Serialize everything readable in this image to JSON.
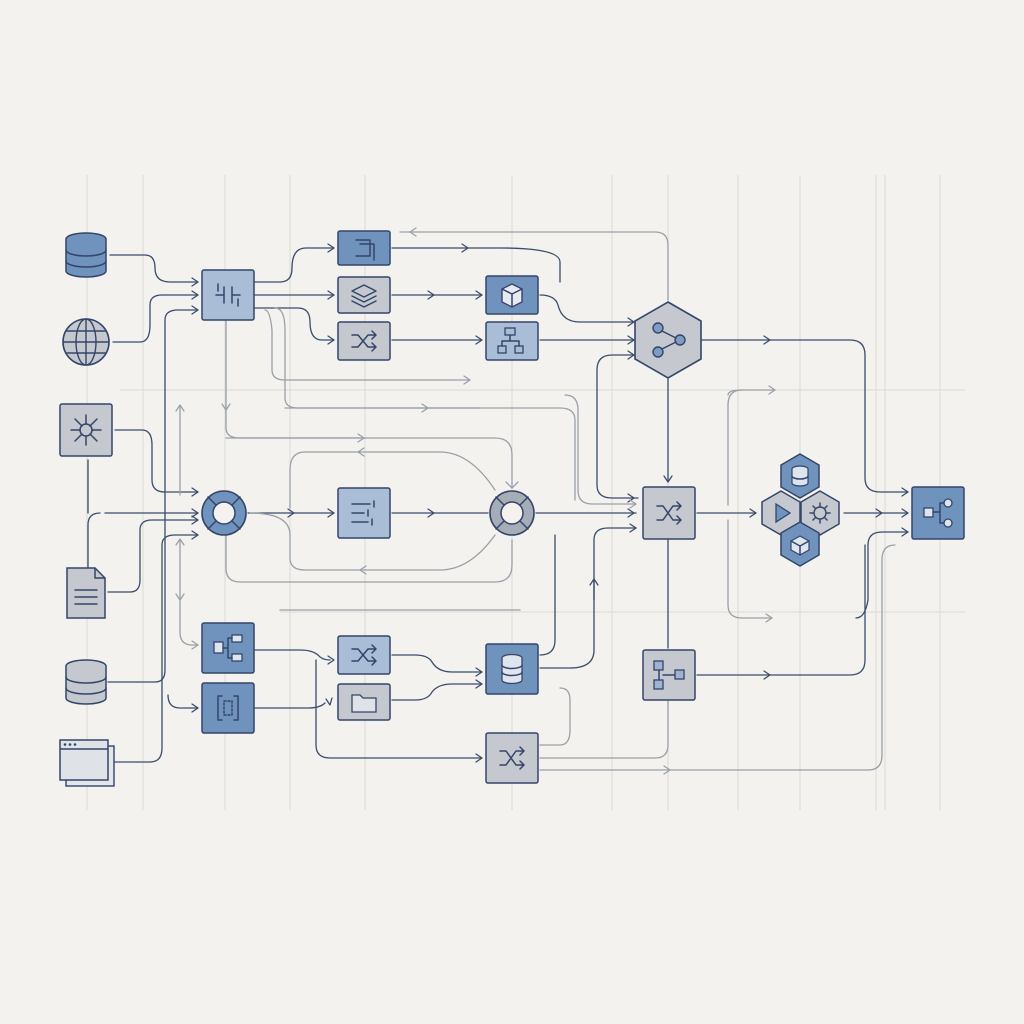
{
  "colors": {
    "background": "#f3f2ee",
    "grid": "#dcdad4",
    "edge_dark": "#3a4d6b",
    "edge_light": "#9aa0a8",
    "node_blue": "#6f93bd",
    "node_gray": "#c5c9cf",
    "node_stroke": "#34456a"
  },
  "nodes": [
    {
      "id": "src-database-1",
      "icon": "database-icon",
      "shape": "cylinder"
    },
    {
      "id": "src-globe",
      "icon": "globe-icon",
      "shape": "circle"
    },
    {
      "id": "src-network-hub",
      "icon": "network-hub-icon",
      "shape": "square",
      "fill": "gray"
    },
    {
      "id": "src-document",
      "icon": "document-icon",
      "shape": "document"
    },
    {
      "id": "src-database-2",
      "icon": "database-icon",
      "shape": "cylinder"
    },
    {
      "id": "src-browser-window",
      "icon": "browser-window-icon",
      "shape": "window"
    },
    {
      "id": "router-switch",
      "icon": "sliders-icon",
      "shape": "square",
      "fill": "blue"
    },
    {
      "id": "stack-block",
      "icon": "stack-icon",
      "shape": "square",
      "fill": "blue"
    },
    {
      "id": "layers-block",
      "icon": "layers-icon",
      "shape": "square",
      "fill": "gray"
    },
    {
      "id": "shuffle-block-1",
      "icon": "shuffle-icon",
      "shape": "square",
      "fill": "gray"
    },
    {
      "id": "cube-block",
      "icon": "cube-icon",
      "shape": "square",
      "fill": "blue"
    },
    {
      "id": "flowchart-block",
      "icon": "flowchart-icon",
      "shape": "square",
      "fill": "blue"
    },
    {
      "id": "hub-ring-1",
      "icon": "ring-icon",
      "shape": "ring",
      "fill": "blue"
    },
    {
      "id": "filter-list-block",
      "icon": "filter-list-icon",
      "shape": "square",
      "fill": "blue"
    },
    {
      "id": "hub-ring-2",
      "icon": "ring-icon",
      "shape": "ring",
      "fill": "gray"
    },
    {
      "id": "branch-hexagon",
      "icon": "branch-icon",
      "shape": "hexagon",
      "fill": "gray"
    },
    {
      "id": "shuffle-merge",
      "icon": "shuffle-icon",
      "shape": "square",
      "fill": "gray"
    },
    {
      "id": "service-cluster",
      "icon": "cluster-icon",
      "shape": "hex-cluster"
    },
    {
      "id": "output-block",
      "icon": "tree-icon",
      "shape": "square",
      "fill": "blue"
    },
    {
      "id": "tree-block-1",
      "icon": "tree-icon",
      "shape": "square",
      "fill": "blue"
    },
    {
      "id": "bracket-block",
      "icon": "bracket-icon",
      "shape": "square",
      "fill": "blue"
    },
    {
      "id": "shuffle-block-2",
      "icon": "shuffle-icon",
      "shape": "square",
      "fill": "gray"
    },
    {
      "id": "folder-block",
      "icon": "folder-icon",
      "shape": "square",
      "fill": "gray"
    },
    {
      "id": "database-block",
      "icon": "database-icon",
      "shape": "square",
      "fill": "blue"
    },
    {
      "id": "shuffle-block-3",
      "icon": "shuffle-icon",
      "shape": "square",
      "fill": "gray"
    },
    {
      "id": "tree-block-2",
      "icon": "tree-icon",
      "shape": "square",
      "fill": "gray"
    }
  ]
}
